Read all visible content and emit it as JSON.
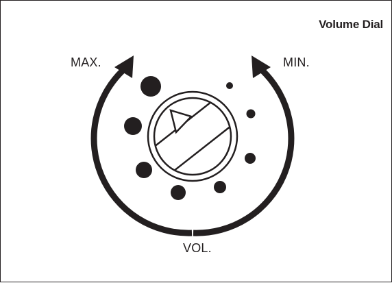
{
  "title": "Volume Dial",
  "labels": {
    "max": "MAX.",
    "min": "MIN.",
    "vol": "VOL."
  },
  "colors": {
    "ink": "#231f20",
    "background": "#ffffff"
  },
  "icons": {
    "knob_indicator": "triangle-pointer-icon",
    "direction_arrows": "curved-arrow-icon"
  }
}
